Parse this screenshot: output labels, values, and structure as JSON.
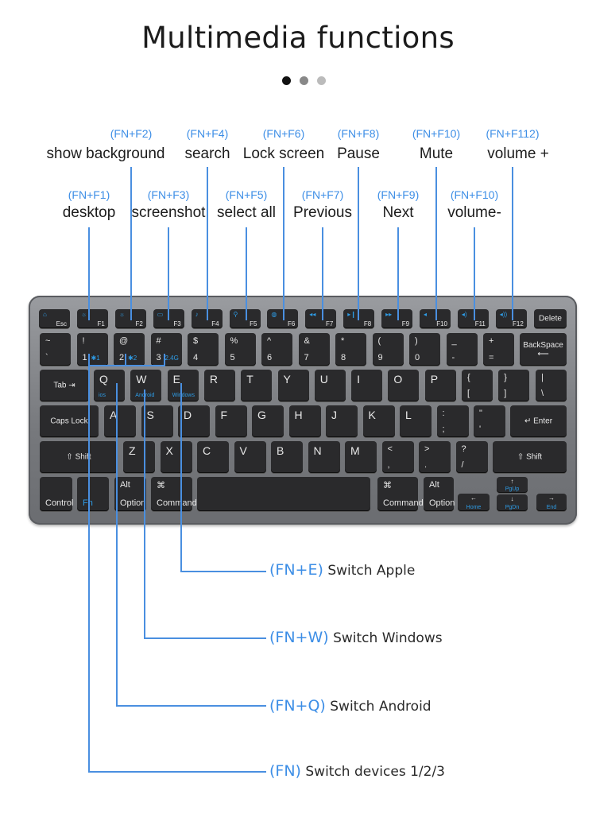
{
  "title": "Multimedia functions",
  "pager": {
    "dots": 3,
    "active": 0,
    "colors": [
      "#111111",
      "#888888",
      "#bbbbbb"
    ]
  },
  "accent": "#4a8fe0",
  "top_annotations": [
    {
      "combo": "(FN+F1)",
      "label": "desktop"
    },
    {
      "combo": "(FN+F2)",
      "label": "show background"
    },
    {
      "combo": "(FN+F3)",
      "label": "screenshot"
    },
    {
      "combo": "(FN+F4)",
      "label": "search"
    },
    {
      "combo": "(FN+F5)",
      "label": "select all"
    },
    {
      "combo": "(FN+F6)",
      "label": "Lock screen"
    },
    {
      "combo": "(FN+F7)",
      "label": "Previous"
    },
    {
      "combo": "(FN+F8)",
      "label": "Pause"
    },
    {
      "combo": "(FN+F9)",
      "label": "Next"
    },
    {
      "combo": "(FN+F10)",
      "label": "Mute"
    },
    {
      "combo": "(FN+F10)",
      "label": "volume-"
    },
    {
      "combo": "(FN+F112)",
      "label": "volume +"
    }
  ],
  "bottom_annotations": [
    {
      "combo": "(FN+E)",
      "label": "Switch Apple"
    },
    {
      "combo": "(FN+W)",
      "label": "Switch Windows"
    },
    {
      "combo": "(FN+Q)",
      "label": "Switch Android"
    },
    {
      "combo": "(FN)",
      "label": "Switch devices 1/2/3"
    }
  ],
  "keyboard": {
    "fn_row": [
      {
        "b": "Esc",
        "icon": "home-icon",
        "g": "⌂"
      },
      {
        "b": "F1",
        "icon": "desktop-icon",
        "g": "☼"
      },
      {
        "b": "F2",
        "icon": "background-icon",
        "g": "☼"
      },
      {
        "b": "F3",
        "icon": "screenshot-icon",
        "g": "▭"
      },
      {
        "b": "F4",
        "icon": "search-doc-icon",
        "g": "♪"
      },
      {
        "b": "F5",
        "icon": "search-icon",
        "g": "⚲"
      },
      {
        "b": "F6",
        "icon": "globe-icon",
        "g": "◍"
      },
      {
        "b": "F7",
        "icon": "previous-icon",
        "g": "◂◂"
      },
      {
        "b": "F8",
        "icon": "play-pause-icon",
        "g": "▸❙❙"
      },
      {
        "b": "F9",
        "icon": "next-icon",
        "g": "▸▸"
      },
      {
        "b": "F10",
        "icon": "mute-icon",
        "g": "◂"
      },
      {
        "b": "F11",
        "icon": "volume-down-icon",
        "g": "◂)"
      },
      {
        "b": "F12",
        "icon": "volume-up-icon",
        "g": "◂))"
      },
      {
        "c": "Delete"
      }
    ],
    "num_row": [
      {
        "t": "~",
        "b": "`"
      },
      {
        "t": "!",
        "b": "1",
        "s": "✱1"
      },
      {
        "t": "@",
        "b": "2",
        "s": "✱2"
      },
      {
        "t": "#",
        "b": "3",
        "s": "2.4G"
      },
      {
        "t": "$",
        "b": "4"
      },
      {
        "t": "%",
        "b": "5"
      },
      {
        "t": "^",
        "b": "6"
      },
      {
        "t": "&",
        "b": "7"
      },
      {
        "t": "*",
        "b": "8"
      },
      {
        "t": "(",
        "b": "9"
      },
      {
        "t": ")",
        "b": "0"
      },
      {
        "t": "_",
        "b": "-"
      },
      {
        "t": "+",
        "b": "="
      },
      {
        "c": "BackSpace ⟵"
      }
    ],
    "qwerty_row": [
      {
        "c": "Tab ⇥"
      },
      {
        "t": "Q",
        "s": "ios"
      },
      {
        "t": "W",
        "s": "Android"
      },
      {
        "t": "E",
        "s": "Windows"
      },
      {
        "t": "R"
      },
      {
        "t": "T"
      },
      {
        "t": "Y"
      },
      {
        "t": "U"
      },
      {
        "t": "I"
      },
      {
        "t": "O"
      },
      {
        "t": "P"
      },
      {
        "t": "{",
        "b": "["
      },
      {
        "t": "}",
        "b": "]"
      },
      {
        "t": "|",
        "b": "\\"
      }
    ],
    "home_row": [
      {
        "c": "Caps Lock"
      },
      {
        "t": "A"
      },
      {
        "t": "S"
      },
      {
        "t": "D"
      },
      {
        "t": "F"
      },
      {
        "t": "G"
      },
      {
        "t": "H"
      },
      {
        "t": "J"
      },
      {
        "t": "K"
      },
      {
        "t": "L"
      },
      {
        "t": ":",
        "b": ";"
      },
      {
        "t": "\"",
        "b": "'"
      },
      {
        "c": "↵ Enter"
      }
    ],
    "shift_row": [
      {
        "c": "⇧ Shift"
      },
      {
        "t": "Z"
      },
      {
        "t": "X"
      },
      {
        "t": "C"
      },
      {
        "t": "V"
      },
      {
        "t": "B"
      },
      {
        "t": "N"
      },
      {
        "t": "M"
      },
      {
        "t": "<",
        "b": ","
      },
      {
        "t": ">",
        "b": "."
      },
      {
        "t": "?",
        "b": "/"
      },
      {
        "c": "⇧ Shift"
      }
    ],
    "bottom_row": [
      {
        "b": "Control"
      },
      {
        "b": "Fn",
        "blue": true
      },
      {
        "t": "Alt",
        "b": "Option"
      },
      {
        "t": "⌘",
        "b": "Command"
      },
      {
        "c": ""
      },
      {
        "t": "⌘",
        "b": "Command"
      },
      {
        "t": "Alt",
        "b": "Option"
      },
      {
        "c": "←",
        "s": "Home"
      },
      {
        "c": "↑",
        "s": "PgUp"
      },
      {
        "c": "↓",
        "s": "PgDn"
      },
      {
        "c": "→",
        "s": "End"
      }
    ]
  }
}
